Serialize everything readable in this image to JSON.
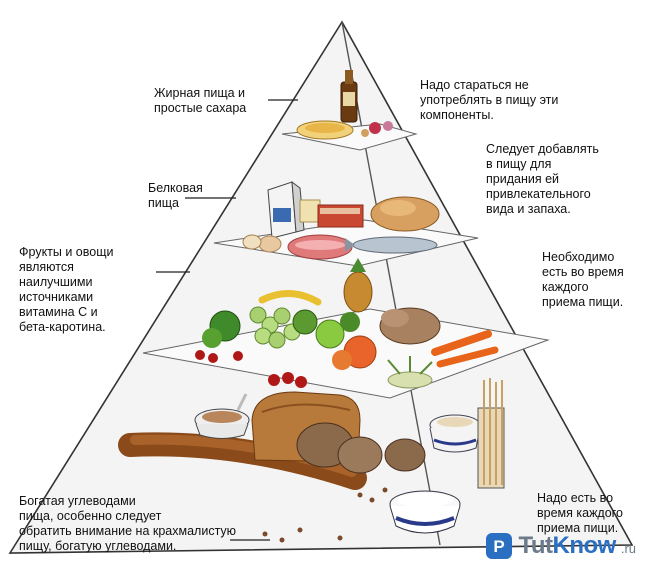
{
  "levels": [
    {
      "left": "Жирная пища и\nпростые сахара",
      "right": "Надо стараться не\nупотреблять в пищу эти\nкомпоненты."
    },
    {
      "left": "Белковая\nпища",
      "right": "Следует добавлять\nв пищу для\nпридания ей\nпривлекательного\nвида и запаха."
    },
    {
      "left": "Фрукты и овощи\nявляются\nнаилучшими\nисточниками\nвитамина С и\nбета-каротина.",
      "right": "Необходимо\nесть во время\nкаждого\nприема пищи."
    },
    {
      "left": "Богатая углеводами\nпища, особенно следует\nобратить внимание на крахмалистую\nпищу, богатую углеводами.",
      "right": "Надо есть во\nвремя каждого\nприема пищи."
    }
  ],
  "watermark": {
    "brand_part1": "Tut",
    "brand_part2": "Know",
    "suffix": ".ru"
  },
  "colors": {
    "brand_blue": "#2b6fc2",
    "brand_gray": "#6b7b8c",
    "pyramid_line": "#333333"
  }
}
